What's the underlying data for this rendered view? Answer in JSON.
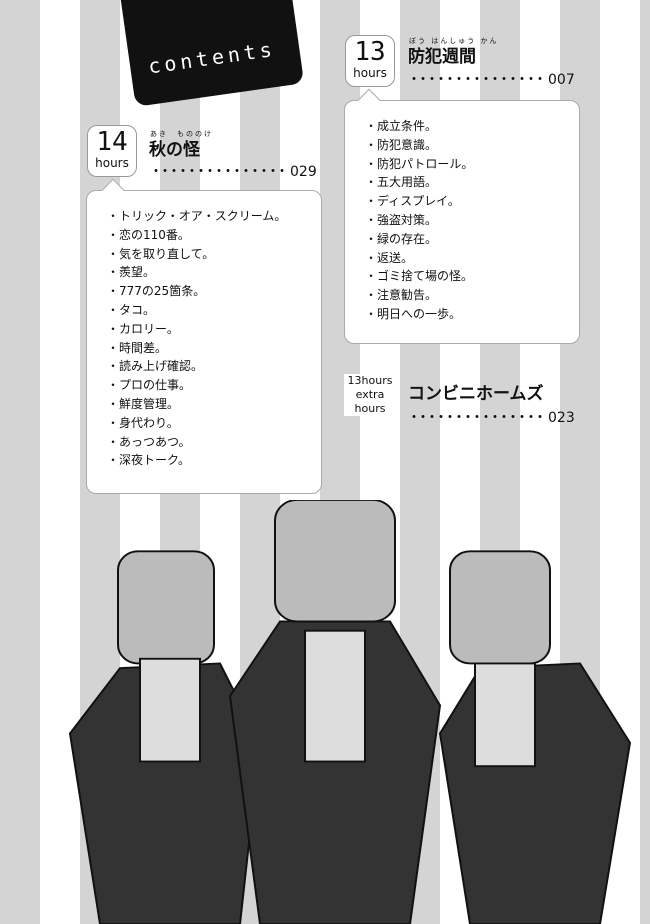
{
  "header": {
    "label": "contents"
  },
  "chapter13": {
    "number": "13",
    "unit": "hours",
    "ruby": "ぼう はんしゅう かん",
    "title": "防犯週間",
    "dots": "・・・・・・・・・・・・・・・",
    "page": "007",
    "items": [
      "成立条件。",
      "防犯意識。",
      "防犯パトロール。",
      "五大用語。",
      "ディスプレイ。",
      "強盗対策。",
      "緑の存在。",
      "返送。",
      "ゴミ捨て場の怪。",
      "注意勧告。",
      "明日への一歩。"
    ]
  },
  "chapter14": {
    "number": "14",
    "unit": "hours",
    "ruby": "あき　もののけ",
    "title": "秋の怪",
    "dots": "・・・・・・・・・・・・・・・",
    "page": "029",
    "items": [
      "トリック・オア・スクリーム。",
      "恋の110番。",
      "気を取り直して。",
      "羨望。",
      "777の25箇条。",
      "タコ。",
      "カロリー。",
      "時間差。",
      "読み上げ確認。",
      "プロの仕事。",
      "鮮度管理。",
      "身代わり。",
      "あっつあつ。",
      "深夜トーク。"
    ]
  },
  "extra": {
    "line1": "13hours",
    "line2": "extra",
    "line3": "hours",
    "title": "コンビニホームズ",
    "dots": "・・・・・・・・・・・・・・・",
    "page": "023"
  }
}
